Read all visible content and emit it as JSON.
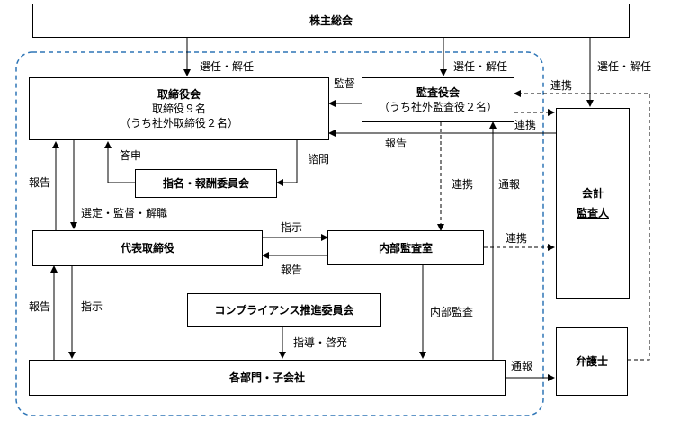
{
  "colors": {
    "line": "#000000",
    "group_border": "#2e75b6",
    "dashed": "#000000"
  },
  "boxes": {
    "shareholders": {
      "title": "株主総会"
    },
    "board": {
      "title": "取締役会",
      "line1": "取締役９名",
      "line2": "（うち社外取締役２名）"
    },
    "auditors": {
      "title": "監査役会",
      "line1": "（うち社外監査役２名）"
    },
    "nomination": {
      "title": "指名・報酬委員会"
    },
    "ceo": {
      "title": "代表取締役"
    },
    "internal_audit": {
      "title": "内部監査室"
    },
    "compliance": {
      "title": "コンプライアンス推進委員会"
    },
    "departments": {
      "title": "各部門・子会社"
    },
    "accounting_auditor": {
      "line1": "会計",
      "line2": "監査人"
    },
    "lawyer": {
      "title": "弁護士"
    }
  },
  "labels": {
    "elect_board": "選任・解任",
    "elect_auditor": "選任・解任",
    "elect_accounting": "選任・解任",
    "supervise": "監督",
    "report_auditor_board": "報告",
    "advisory_answer": "答申",
    "consult": "諮問",
    "report_left_upper": "報告",
    "appoint_supervise_dismiss": "選定・監督・解職",
    "cooperate_auditor_internal": "連携",
    "whistle_auditor": "通報",
    "cooperate_top": "連携",
    "cooperate_auditor_acct": "連携",
    "instruct_ceo_internal": "指示",
    "report_internal_ceo": "報告",
    "cooperate_internal_acct": "連携",
    "report_left_lower": "報告",
    "instruct_ceo_dept": "指示",
    "internal_audit_label": "内部監査",
    "guide_enlighten": "指導・啓発",
    "whistle_lawyer": "通報"
  }
}
